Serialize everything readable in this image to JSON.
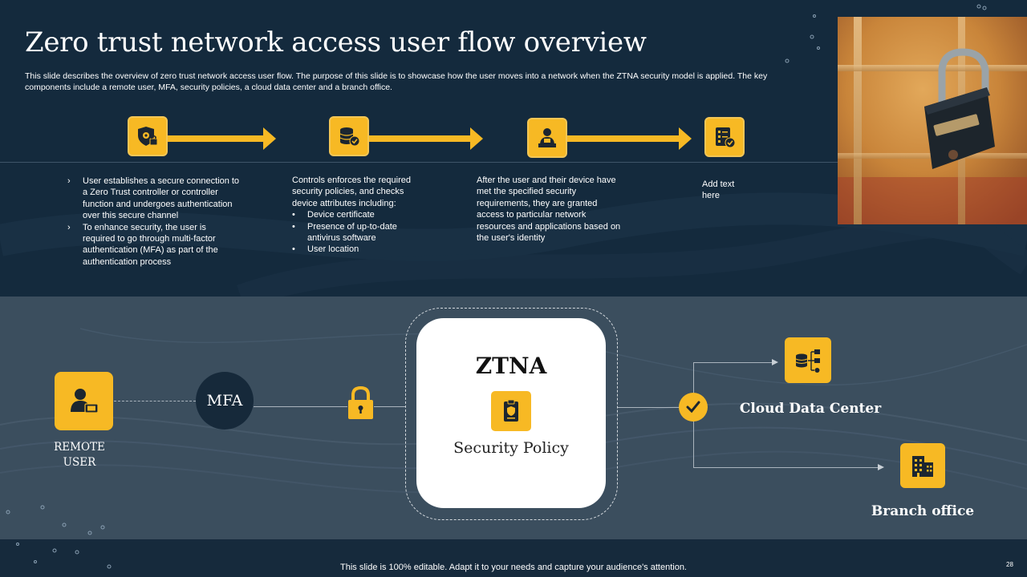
{
  "slide": {
    "title": "Zero trust network access user flow overview",
    "description": "This slide describes the overview of zero trust network access user flow. The purpose of this slide is to showcase how the user moves into a network when the ZTNA  security model is applied. The key components include a remote user, MFA,  security policies, a cloud data center and a branch office.",
    "footer": "This slide is 100% editable. Adapt it to your needs and capture your audience's attention.",
    "page_number": "28"
  },
  "steps": [
    {
      "icon": "shield-lock-icon",
      "bullets": [
        "User establishes a secure connection to a Zero Trust controller or controller function and undergoes authentication over this secure channel",
        "To enhance security, the user is required to go through multi-factor authentication (MFA)  as part of the authentication process"
      ]
    },
    {
      "icon": "database-check-icon",
      "intro": "Controls enforces the required security policies, and checks device attributes including:",
      "bullets": [
        "Device certificate",
        "Presence of up-to-date antivirus software",
        "User location"
      ]
    },
    {
      "icon": "user-badge-icon",
      "text": "After  the user and their device have met the specified security requirements, they are granted access to particular network resources and applications based on the user's identity"
    },
    {
      "icon": "checklist-icon",
      "text": "Add text here"
    }
  ],
  "flow": {
    "remote_user": {
      "label": "REMOTE USER",
      "icon": "remote-user-icon"
    },
    "mfa": {
      "label": "MFA"
    },
    "lock": {
      "icon": "padlock-icon"
    },
    "ztna": {
      "title": "ZTNA",
      "subtitle": "Security Policy",
      "icon": "security-policy-icon"
    },
    "check": {
      "icon": "checkmark-icon"
    },
    "cloud": {
      "label": "Cloud Data Center",
      "icon": "data-center-icon"
    },
    "branch": {
      "label": "Branch office",
      "icon": "office-building-icon"
    }
  },
  "colors": {
    "accent": "#f7b924",
    "dark_navy": "#142a3d",
    "slate": "#3b4e5e",
    "white": "#ffffff"
  }
}
